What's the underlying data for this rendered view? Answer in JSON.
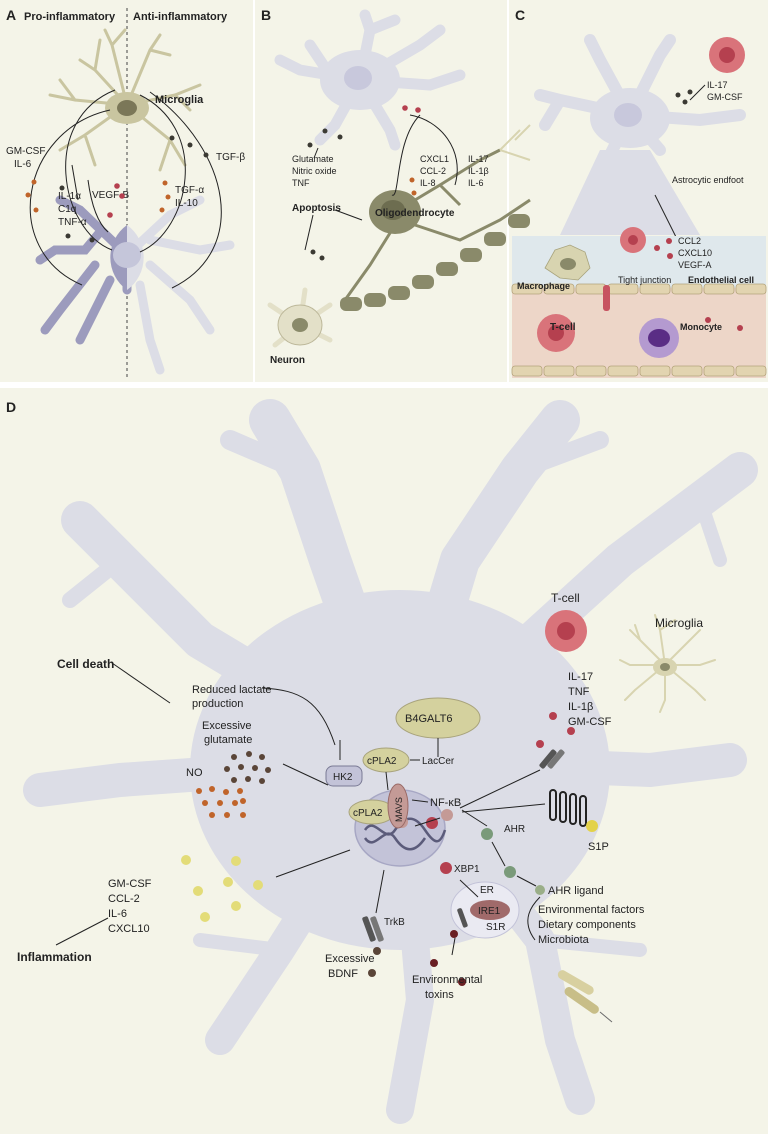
{
  "panels": {
    "A": {
      "letter": "A",
      "pro_label": "Pro-inflammatory",
      "anti_label": "Anti-inflammatory",
      "microglia_label": "Microglia",
      "left_factors": [
        "GM-CSF",
        "IL-6"
      ],
      "mid_factors": [
        "IL-1α",
        "C1q",
        "TNF-α"
      ],
      "vegf": "VEGF-B",
      "tgf_b": "TGF-β",
      "right_factors": [
        "TGF-α",
        "IL-10"
      ]
    },
    "B": {
      "letter": "B",
      "toxic_factors": [
        "Glutamate",
        "Nitric oxide",
        "TNF"
      ],
      "apoptosis": "Apoptosis",
      "chemokines": [
        "CXCL1",
        "CCL-2",
        "IL-8"
      ],
      "cytokines": [
        "IL-17",
        "IL-1β",
        "IL-6"
      ],
      "oligodendrocyte": "Oligodendrocyte",
      "neuron": "Neuron"
    },
    "C": {
      "letter": "C",
      "tcell_factors": [
        "IL-17",
        "GM-CSF"
      ],
      "endfoot": "Astrocytic endfoot",
      "secreted": [
        "CCL2",
        "CXCL10",
        "VEGF-A"
      ],
      "macrophage": "Macrophage",
      "tight_junction": "Tight junction",
      "endothelial": "Endothelial cell",
      "tcell": "T-cell",
      "monocyte": "Monocyte"
    },
    "D": {
      "letter": "D",
      "cell_death": "Cell death",
      "reduced_lactate": [
        "Reduced lactate",
        "production"
      ],
      "excessive_glutamate": [
        "Excessive",
        "glutamate"
      ],
      "no": "NO",
      "hk2": "HK2",
      "b4galt6": "B4GALT6",
      "cpla2_top": "cPLA2",
      "laccer": "LacCer",
      "cpla2_low": "cPLA2",
      "mavs": "MAVS",
      "nfkb": "NF-κB",
      "tcell": "T-cell",
      "microglia": "Microglia",
      "cytokines": [
        "IL-17",
        "TNF",
        "IL-1β",
        "GM-CSF"
      ],
      "ahr": "AHR",
      "s1p": "S1P",
      "xbp1": "XBP1",
      "er": "ER",
      "ire1": "IRE1",
      "s1r": "S1R",
      "ahr_ligand": "AHR ligand",
      "env_factors": [
        "Environmental factors",
        "Dietary components",
        "Microbiota"
      ],
      "trkb": "TrkB",
      "bdnf": [
        "Excessive",
        "BDNF"
      ],
      "env_toxins": [
        "Environmental",
        "toxins"
      ],
      "secreted": [
        "GM-CSF",
        "CCL-2",
        "IL-6",
        "CXCL10"
      ],
      "inflammation": "Inflammation"
    }
  },
  "colors": {
    "panel_bg": "#f4f4e8",
    "astrocyte": "#dcdde6",
    "astrocyte_dark": "#9c9bbd",
    "microglia": "#c9c5a0",
    "oligodendrocyte": "#8a8a6a",
    "red_dot": "#b5404f",
    "orange_dot": "#c0642a",
    "dark_dot": "#3b3a33",
    "yellow_dot": "#e3dc78",
    "tcell": "#d9737a",
    "monocyte": "#7a4a9e",
    "blood": "#edd6c8"
  }
}
